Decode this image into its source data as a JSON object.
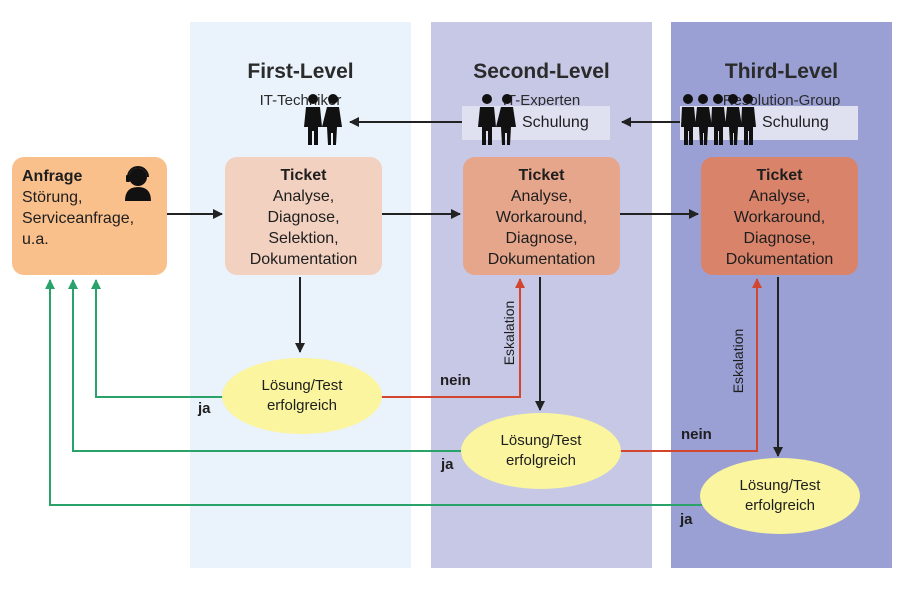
{
  "lanes": [
    {
      "title": "First-Level",
      "subtitle": "IT-Techniker",
      "color": "#eaf2fb"
    },
    {
      "title": "Second-Level",
      "subtitle": "IT-Experten",
      "color": "#c6c8e6"
    },
    {
      "title": "Third-Level",
      "subtitle": "Resolution-Group",
      "color": "#9aa0d4"
    }
  ],
  "request": {
    "title": "Anfrage",
    "lines": [
      "Störung,",
      "Serviceanfrage,",
      "u.a."
    ],
    "color": "#f9c08c"
  },
  "tickets": [
    {
      "title": "Ticket",
      "lines": [
        "Analyse,",
        "Diagnose,",
        "Selektion,",
        "Dokumentation"
      ],
      "color": "#f2d1c0"
    },
    {
      "title": "Ticket",
      "lines": [
        "Analyse,",
        "Workaround,",
        "Diagnose,",
        "Dokumentation"
      ],
      "color": "#e6a68c"
    },
    {
      "title": "Ticket",
      "lines": [
        "Analyse,",
        "Workaround,",
        "Diagnose,",
        "Dokumentation"
      ],
      "color": "#d9836a"
    }
  ],
  "solutions": [
    {
      "line1": "Lösung/Test",
      "line2": "erfolgreich"
    },
    {
      "line1": "Lösung/Test",
      "line2": "erfolgreich"
    },
    {
      "line1": "Lösung/Test",
      "line2": "erfolgreich"
    }
  ],
  "training": [
    "Schulung",
    "Schulung"
  ],
  "labels": {
    "yes": "ja",
    "no": "nein",
    "escalation": "Eskalation"
  },
  "colors": {
    "yes_arrow": "#2aa36a",
    "no_arrow": "#d2452f",
    "arrow": "#222222"
  }
}
